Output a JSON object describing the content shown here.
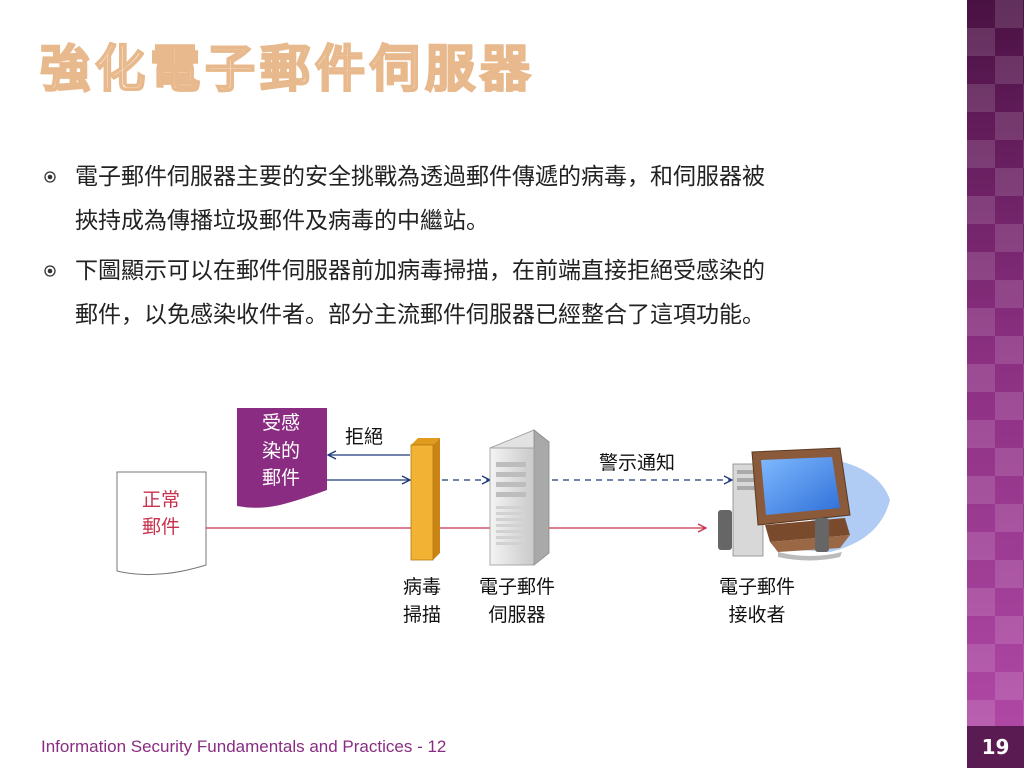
{
  "slide": {
    "title": "強化電子郵件伺服器",
    "page_number": "19",
    "footer": "Information Security Fundamentals and Practices - 12"
  },
  "bullets": [
    {
      "line1": "電子郵件伺服器主要的安全挑戰為透過郵件傳遞的病毒，和伺服器被",
      "line2": "挾持成為傳播垃圾郵件及病毒的中繼站。"
    },
    {
      "line1": "下圖顯示可以在郵件伺服器前加病毒掃描，在前端直接拒絕受感染的",
      "line2": "郵件，以免感染收件者。部分主流郵件伺服器已經整合了這項功能。"
    }
  ],
  "diagram": {
    "infected_doc": {
      "line1": "受感",
      "line2": "染的",
      "line3": "郵件"
    },
    "normal_doc": {
      "line1": "正常",
      "line2": "郵件"
    },
    "reject_label": "拒絕",
    "alert_label": "警示通知",
    "scanner": {
      "line1": "病毒",
      "line2": "掃描"
    },
    "server": {
      "line1": "電子郵件",
      "line2": "伺服器"
    },
    "receiver": {
      "line1": "電子郵件",
      "line2": "接收者"
    },
    "colors": {
      "infected_doc": "#8B2C83",
      "normal_doc_text": "#C8324E",
      "scanner_bar": "#F2B233",
      "reject_arrow": "#1F3A7A",
      "normal_arrow": "#C8324E",
      "dashed_arrow": "#1F3A7A"
    }
  }
}
